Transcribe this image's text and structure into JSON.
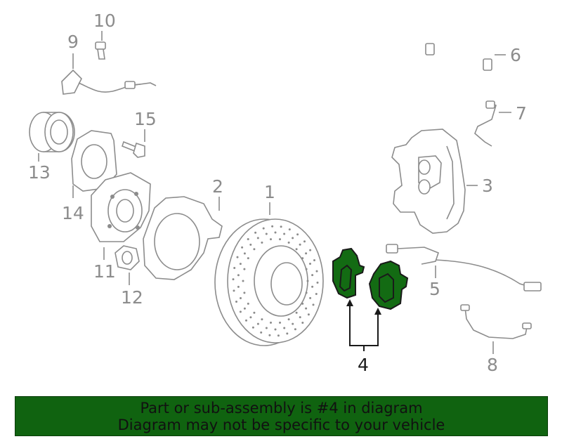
{
  "diagram": {
    "callouts": [
      {
        "id": "1",
        "label": "1"
      },
      {
        "id": "2",
        "label": "2"
      },
      {
        "id": "3",
        "label": "3"
      },
      {
        "id": "4",
        "label": "4"
      },
      {
        "id": "5",
        "label": "5"
      },
      {
        "id": "6",
        "label": "6"
      },
      {
        "id": "7",
        "label": "7"
      },
      {
        "id": "8",
        "label": "8"
      },
      {
        "id": "9",
        "label": "9"
      },
      {
        "id": "10",
        "label": "10"
      },
      {
        "id": "11",
        "label": "11"
      },
      {
        "id": "12",
        "label": "12"
      },
      {
        "id": "13",
        "label": "13"
      },
      {
        "id": "14",
        "label": "14"
      },
      {
        "id": "15",
        "label": "15"
      }
    ],
    "highlighted_part": "4"
  },
  "banner": {
    "line1": "Part or sub-assembly is #4 in diagram",
    "line2": "Diagram may not be specific to your vehicle"
  },
  "colors": {
    "highlight_fill": "#136b13",
    "banner_bg": "#106310",
    "part_stroke": "#8c8c8c",
    "highlight_stroke": "#1a1a1a"
  }
}
